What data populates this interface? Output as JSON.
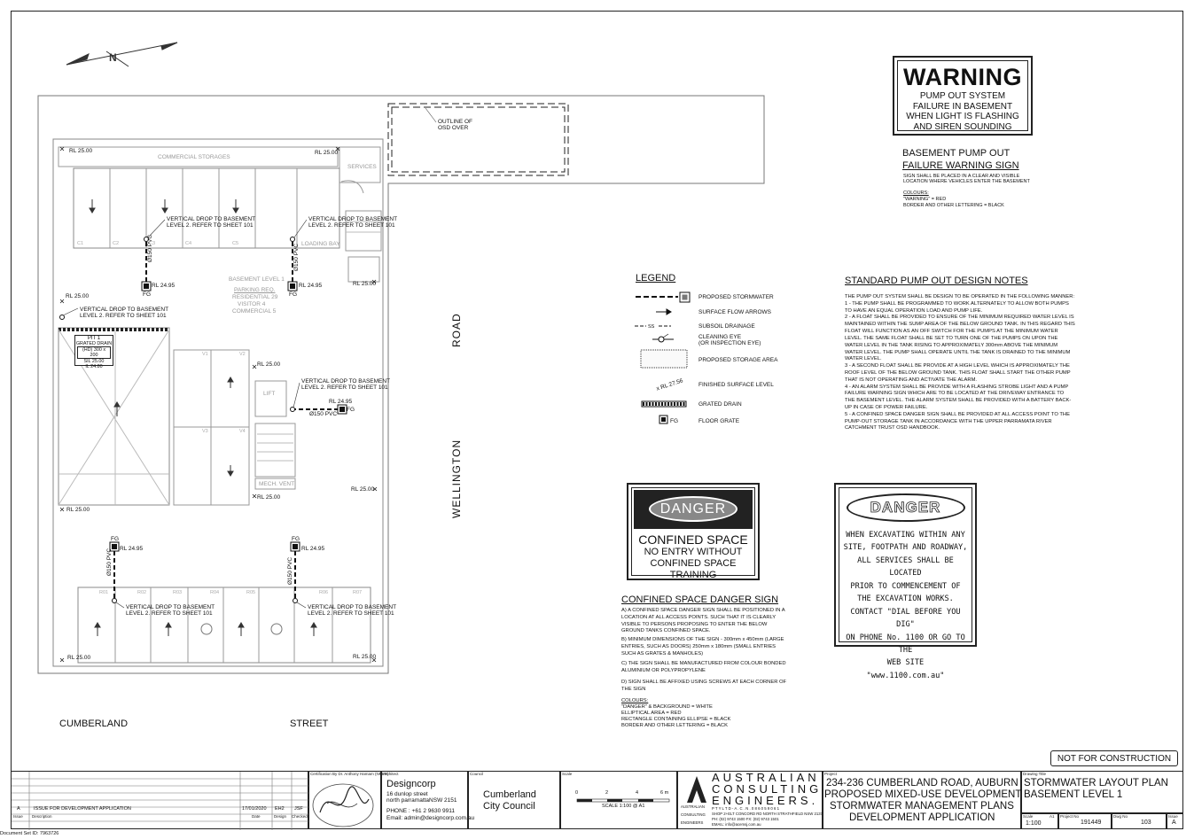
{
  "plan": {
    "outline_osd_1": "OUTLINE OF",
    "outline_osd_2": "OSD OVER",
    "commercial_storage": "COMMERCIAL STORAGES",
    "services": "SERVICES",
    "rl_2500": "RL 25.00",
    "rl_2495": "RL 24.95",
    "fg": "FG",
    "pvc": "Ø150 PVC",
    "vdrop_1": "VERTICAL DROP TO BASEMENT",
    "vdrop_2": "LEVEL 2. REFER TO SHEET 101",
    "loading_bay": "LOADING BAY",
    "basement_level": "BASEMENT LEVEL 1",
    "parking_req": "PARKING REQ.",
    "residential": "RESIDENTIAL 29",
    "visitor": "VISITOR 4",
    "commercial": "COMMERCIAL 5",
    "pit_1": "PIT 1",
    "pit_2": "GRATED DRAIN",
    "pit_3": "(HD) 300 x 200",
    "pit_4": "SIL 25.00",
    "pit_5": "IL 24.80",
    "lift": "LIFT",
    "mech": "MECH. VENT",
    "road": "ROAD",
    "wellington": "WELLINGTON",
    "cumberland": "CUMBERLAND",
    "street": "STREET",
    "bay_labels": [
      "C1",
      "C2",
      "C3",
      "C4",
      "C5",
      "V1",
      "V2",
      "V3",
      "V4",
      "R01",
      "R02",
      "R03",
      "R04",
      "R05",
      "R06",
      "R07"
    ]
  },
  "legend": {
    "title": "LEGEND",
    "items": [
      "PROPOSED STORMWATER",
      "SURFACE FLOW ARROWS",
      "SUBSOIL DRAINAGE",
      "CLEANING EYE",
      "(OR INSPECTION EYE)",
      "PROPOSED STORAGE AREA",
      "FINISHED SURFACE LEVEL",
      "GRATED DRAIN",
      "FLOOR GRATE"
    ],
    "ss": "SS",
    "rl_sample": "x RL 27.56",
    "fg": "FG"
  },
  "warning_sign": {
    "title": "WARNING",
    "lines": [
      "PUMP OUT SYSTEM",
      "FAILURE IN BASEMENT",
      "WHEN LIGHT IS FLASHING",
      "AND SIREN SOUNDING"
    ],
    "heading_1": "BASEMENT PUMP OUT",
    "heading_2": "FAILURE WARNING SIGN",
    "note_1": "SIGN SHALL BE PLACED IN A CLEAR AND VISIBLE",
    "note_2": "LOCATION WHERE VEHICLES ENTER THE BASEMENT",
    "colours": "COLOURS:",
    "colour_1": "\"WARNING\" = RED",
    "colour_2": "BORDER AND OTHER LETTERING = BLACK"
  },
  "pump_notes": {
    "heading": "STANDARD PUMP OUT DESIGN NOTES",
    "text": "THE PUMP OUT SYSTEM SHALL BE DESIGN TO BE OPERATED IN THE FOLLOWING MANNER:\n1 - THE PUMP SHALL BE PROGRAMMED TO WORK ALTERNATELY TO ALLOW BOTH PUMPS TO HAVE AN EQUAL OPERATION LOAD AND PUMP LIFE.\n2 - A FLOAT SHALL BE PROVIDED TO ENSURE OF THE MINIMUM REQUIRED WATER LEVEL IS MAINTAINED WITHIN THE SUMP AREA OF THE BELOW GROUND TANK. IN THIS REGARD THIS FLOAT WILL FUNCTION AS AN OFF SWITCH FOR THE PUMPS AT THE MINIMUM WATER LEVEL. THE SAME FLOAT SHALL BE SET TO TURN ONE OF THE PUMPS ON UPON THE WATER LEVEL IN THE TANK RISING TO APPROXIMATELY 300mm ABOVE THE MINIMUM WATER LEVEL. THE PUMP SHALL OPERATE UNTIL THE TANK IS DRAINED TO THE MINIMUM WATER LEVEL.\n3 - A SECOND FLOAT SHALL BE PROVIDE AT A HIGH LEVEL WHICH IS APPROXIMATELY THE ROOF LEVEL OF THE BELOW GROUND TANK. THIS FLOAT SHALL START THE OTHER PUMP THAT IS NOT OPERATING AND ACTIVATE THE ALARM.\n4 - AN ALARM SYSTEM SHALL BE PROVIDE WITH A FLASHING STROBE LIGHT AND A PUMP FAILURE WARNING SIGN WHICH ARE TO BE LOCATED AT THE DRIVEWAY ENTRANCE TO THE BASEMENT LEVEL. THE ALARM SYSTEM SHALL BE PROVIDED WITH A BATTERY BACK-UP IN CASE OF POWER FAILURE.\n5 - A CONFINED SPACE DANGER SIGN SHALL BE PROVIDED AT ALL ACCESS POINT TO THE PUMP-OUT STORAGE TANK IN ACCORDANCE WITH THE UPPER PARRAMATA RIVER CATCHMENT TRUST OSD HANDBOOK."
  },
  "confined_sign": {
    "danger": "DANGER",
    "title": "CONFINED SPACE",
    "lines": [
      "NO ENTRY WITHOUT",
      "CONFINED SPACE",
      "TRAINING"
    ],
    "heading": "CONFINED SPACE DANGER SIGN",
    "note_a": "A) A CONFINED SPACE DANGER SIGN SHALL BE POSITIONED IN A LOCATION AT ALL ACCESS POINTS. SUCH THAT IT IS CLEARLY VISIBLE TO PERSONS PROPOSING TO ENTER THE BELOW GROUND TANKS CONFINED SPACE.",
    "note_b": "B) MINIMUM DIMENSIONS OF THE SIGN - 300mm x 450mm (LARGE ENTRIES, SUCH AS DOORS) 250mm x 180mm (SMALL ENTRIES SUCH AS GRATES & MANHOLES)",
    "note_c": "C) THE SIGN SHALL BE MANUFACTURED FROM COLOUR BONDED ALUMINIUM OR POLYPROPYLENE",
    "note_d": "D) SIGN SHALL BE AFFIXED USING SCREWS AT EACH CORNER OF THE SIGN",
    "colours": "COLOURS:",
    "colour_1": "\"DANGER\" & BACKGROUND = WHITE",
    "colour_2": "ELLIPTICAL AREA = RED",
    "colour_3": "RECTANGLE CONTAINING ELLIPSE = BLACK",
    "colour_4": "BORDER AND OTHER LETTERING = BLACK"
  },
  "dig_sign": {
    "danger": "DANGER",
    "lines": [
      "WHEN EXCAVATING WITHIN ANY",
      "SITE, FOOTPATH AND ROADWAY,",
      "ALL SERVICES SHALL BE LOCATED",
      "PRIOR TO COMMENCEMENT OF",
      "THE EXCAVATION WORKS.",
      "CONTACT \"DIAL BEFORE YOU DIG\"",
      "ON PHONE No. 1100 OR GO TO THE",
      "WEB SITE",
      "\"www.1100.com.au\""
    ]
  },
  "not_for_construction": "NOT FOR CONSTRUCTION",
  "title_block": {
    "rev_issue": "A",
    "rev_desc": "ISSUE FOR DEVELOPMENT APPLICATION",
    "rev_date": "17/01/2020",
    "rev_design": "EH2",
    "rev_checked": "JSF",
    "hdr_issue": "Issue",
    "hdr_desc": "Description",
    "hdr_date": "Date",
    "hdr_design": "Design",
    "hdr_checked": "Checked",
    "certification": "Certification By Dr. Anthony Hamam (NPER)",
    "architect_label": "Architect",
    "architect_name": "Designcorp",
    "architect_addr1": "16 dunlop street",
    "architect_addr2": "north parramattaNSW 2151",
    "architect_phone": "PHONE : +61 2 9630 9911",
    "architect_email": "Email: admin@designcorp.com.au",
    "council_label": "Council",
    "council_1": "Cumberland",
    "council_2": "City Council",
    "scale_label": "Scale",
    "scale_bar": "SCALE 1:100 @ A1",
    "scale_0": "0",
    "scale_2": "2",
    "scale_4": "4",
    "scale_6": "6 m",
    "ace_1": "AUSTRALIAN",
    "ace_2": "CONSULTING",
    "ace_3": "ENGINEERS.",
    "ace_ptyltd": "P T Y   L T D  -  A . C . N .   0 8 6   0 5 9   0 6 1",
    "ace_addr": "SHOP 2+ELT CONCORD RD NORTH STRATHFIELD NSW 2137",
    "ace_ph": "PH: (02) 9743 1500   FX: (02) 9743 1501",
    "ace_email": "EMAIL: info@acemsj.com.au",
    "ace_side_1": "AUSTRALIAN",
    "ace_side_2": "CONSULTING",
    "ace_side_3": "ENGINEERS",
    "project_label": "Project",
    "project_1": "234-236 CUMBERLAND ROAD, AUBURN",
    "project_2": "PROPOSED MIXED-USE DEVELOPMENT",
    "project_3": "STORMWATER MANAGEMENT PLANS",
    "project_4": "DEVELOPMENT APPLICATION",
    "drawing_label": "Drawing Title",
    "drawing_1": "STORMWATER LAYOUT PLAN",
    "drawing_2": "BASEMENT LEVEL 1",
    "scale_value_label": "Scale",
    "scale_value": "1:100",
    "size_label": "A1",
    "project_no_label": "Project No",
    "project_no": "191449",
    "dwg_no_label": "Dwg No",
    "dwg_no": "103",
    "issue_label": "Issue",
    "issue": "A"
  },
  "document_set": "Document Set ID: 7963726"
}
